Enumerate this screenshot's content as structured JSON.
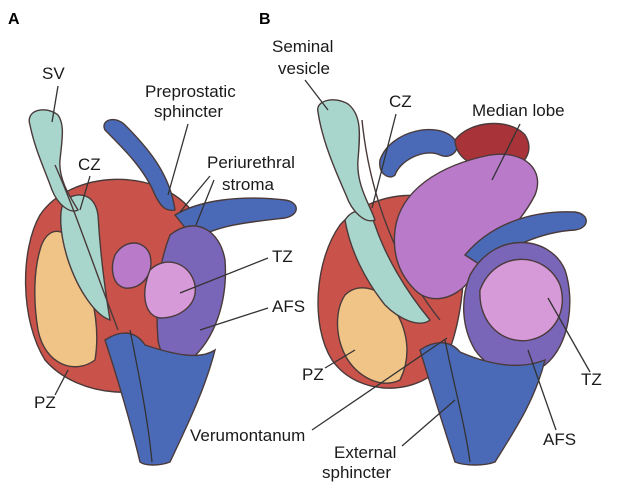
{
  "panels": {
    "a": {
      "letter": "A",
      "labels": {
        "sv": "SV",
        "cz": "CZ",
        "preprostatic": [
          "Preprostatic",
          "sphincter"
        ],
        "periurethral": [
          "Periurethral",
          "stroma"
        ],
        "tz": "TZ",
        "afs": "AFS",
        "pz": "PZ"
      }
    },
    "b": {
      "letter": "B",
      "labels": {
        "seminal_vesicle": [
          "Seminal",
          "vesicle"
        ],
        "cz": "CZ",
        "median_lobe": "Median lobe",
        "pz": "PZ",
        "tz": "TZ",
        "afs": "AFS",
        "verumontanum": "Verumontanum",
        "external_sphincter": [
          "External",
          "sphincter"
        ]
      }
    }
  },
  "colors": {
    "red_zone": "#c9524a",
    "blue_muscle": "#4a6ab8",
    "seminal_teal": "#a8d6cc",
    "peripheral_orange": "#f0c486",
    "tz_purple": "#b87ac9",
    "afs_purple": "#7a66b8",
    "median_lobe_red": "#a8343a"
  }
}
